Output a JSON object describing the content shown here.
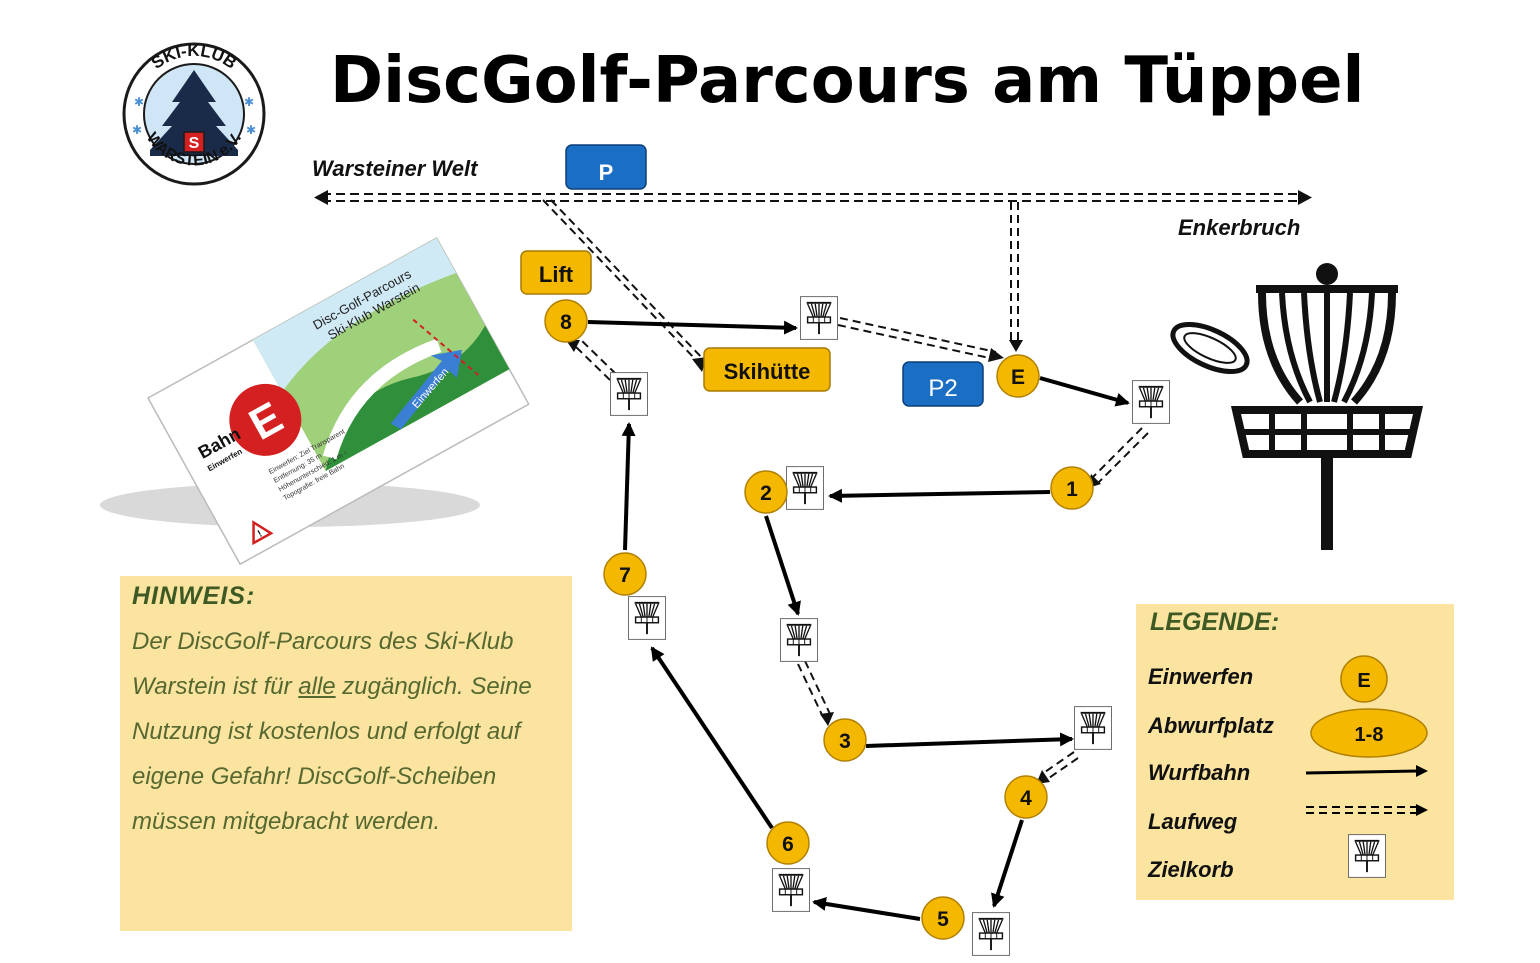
{
  "title": "DiscGolf-Parcours am Tüppel",
  "logo": {
    "top_text": "SKI-KLUB",
    "bottom_text": "WARSTEIN e.V.",
    "letter": "S"
  },
  "road": {
    "west_label": "Warsteiner Welt",
    "east_label": "Enkerbruch"
  },
  "places": {
    "parking_main": "P",
    "parking_2": "P2",
    "lift": "Lift",
    "hut": "Skihütte"
  },
  "warmup": "E",
  "tees": [
    "1",
    "2",
    "3",
    "4",
    "5",
    "6",
    "7",
    "8"
  ],
  "sign": {
    "title_line1": "Disc-Golf-Parcours",
    "title_line2": "Ski-Klub Warstein",
    "bahn_label": "Bahn",
    "bahn_sub": "Einwerfen",
    "letter": "E",
    "arrow_label": "Einwerfen",
    "info_lines": [
      "Einwerfen: Ziel Transparent",
      "Entfernung: 35 m",
      "Höhenunterschied: 1 m ↑",
      "Topografie: freie Bahn"
    ]
  },
  "hinweis": {
    "heading": "HINWEIS:",
    "text_before": "Der DiscGolf-Parcours des Ski-Klub Warstein ist für ",
    "text_underlined": "alle",
    "text_after": " zugänglich. Seine Nutzung ist kostenlos und erfolgt auf eigene Gefahr! DiscGolf-Scheiben müssen mitgebracht werden."
  },
  "legende": {
    "heading": "LEGENDE:",
    "items": [
      {
        "label": "Einwerfen",
        "symbol_text": "E"
      },
      {
        "label": "Abwurfplatz",
        "symbol_text": "1-8"
      },
      {
        "label": "Wurfbahn"
      },
      {
        "label": "Laufweg"
      },
      {
        "label": "Zielkorb"
      }
    ]
  },
  "colors": {
    "marker_fill": "#f5b800",
    "marker_stroke": "#c99200",
    "parking_blue": "#1a6fc4",
    "note_bg": "#fbe3a0",
    "heading_green": "#3d5a24",
    "sign_red": "#d42020"
  }
}
